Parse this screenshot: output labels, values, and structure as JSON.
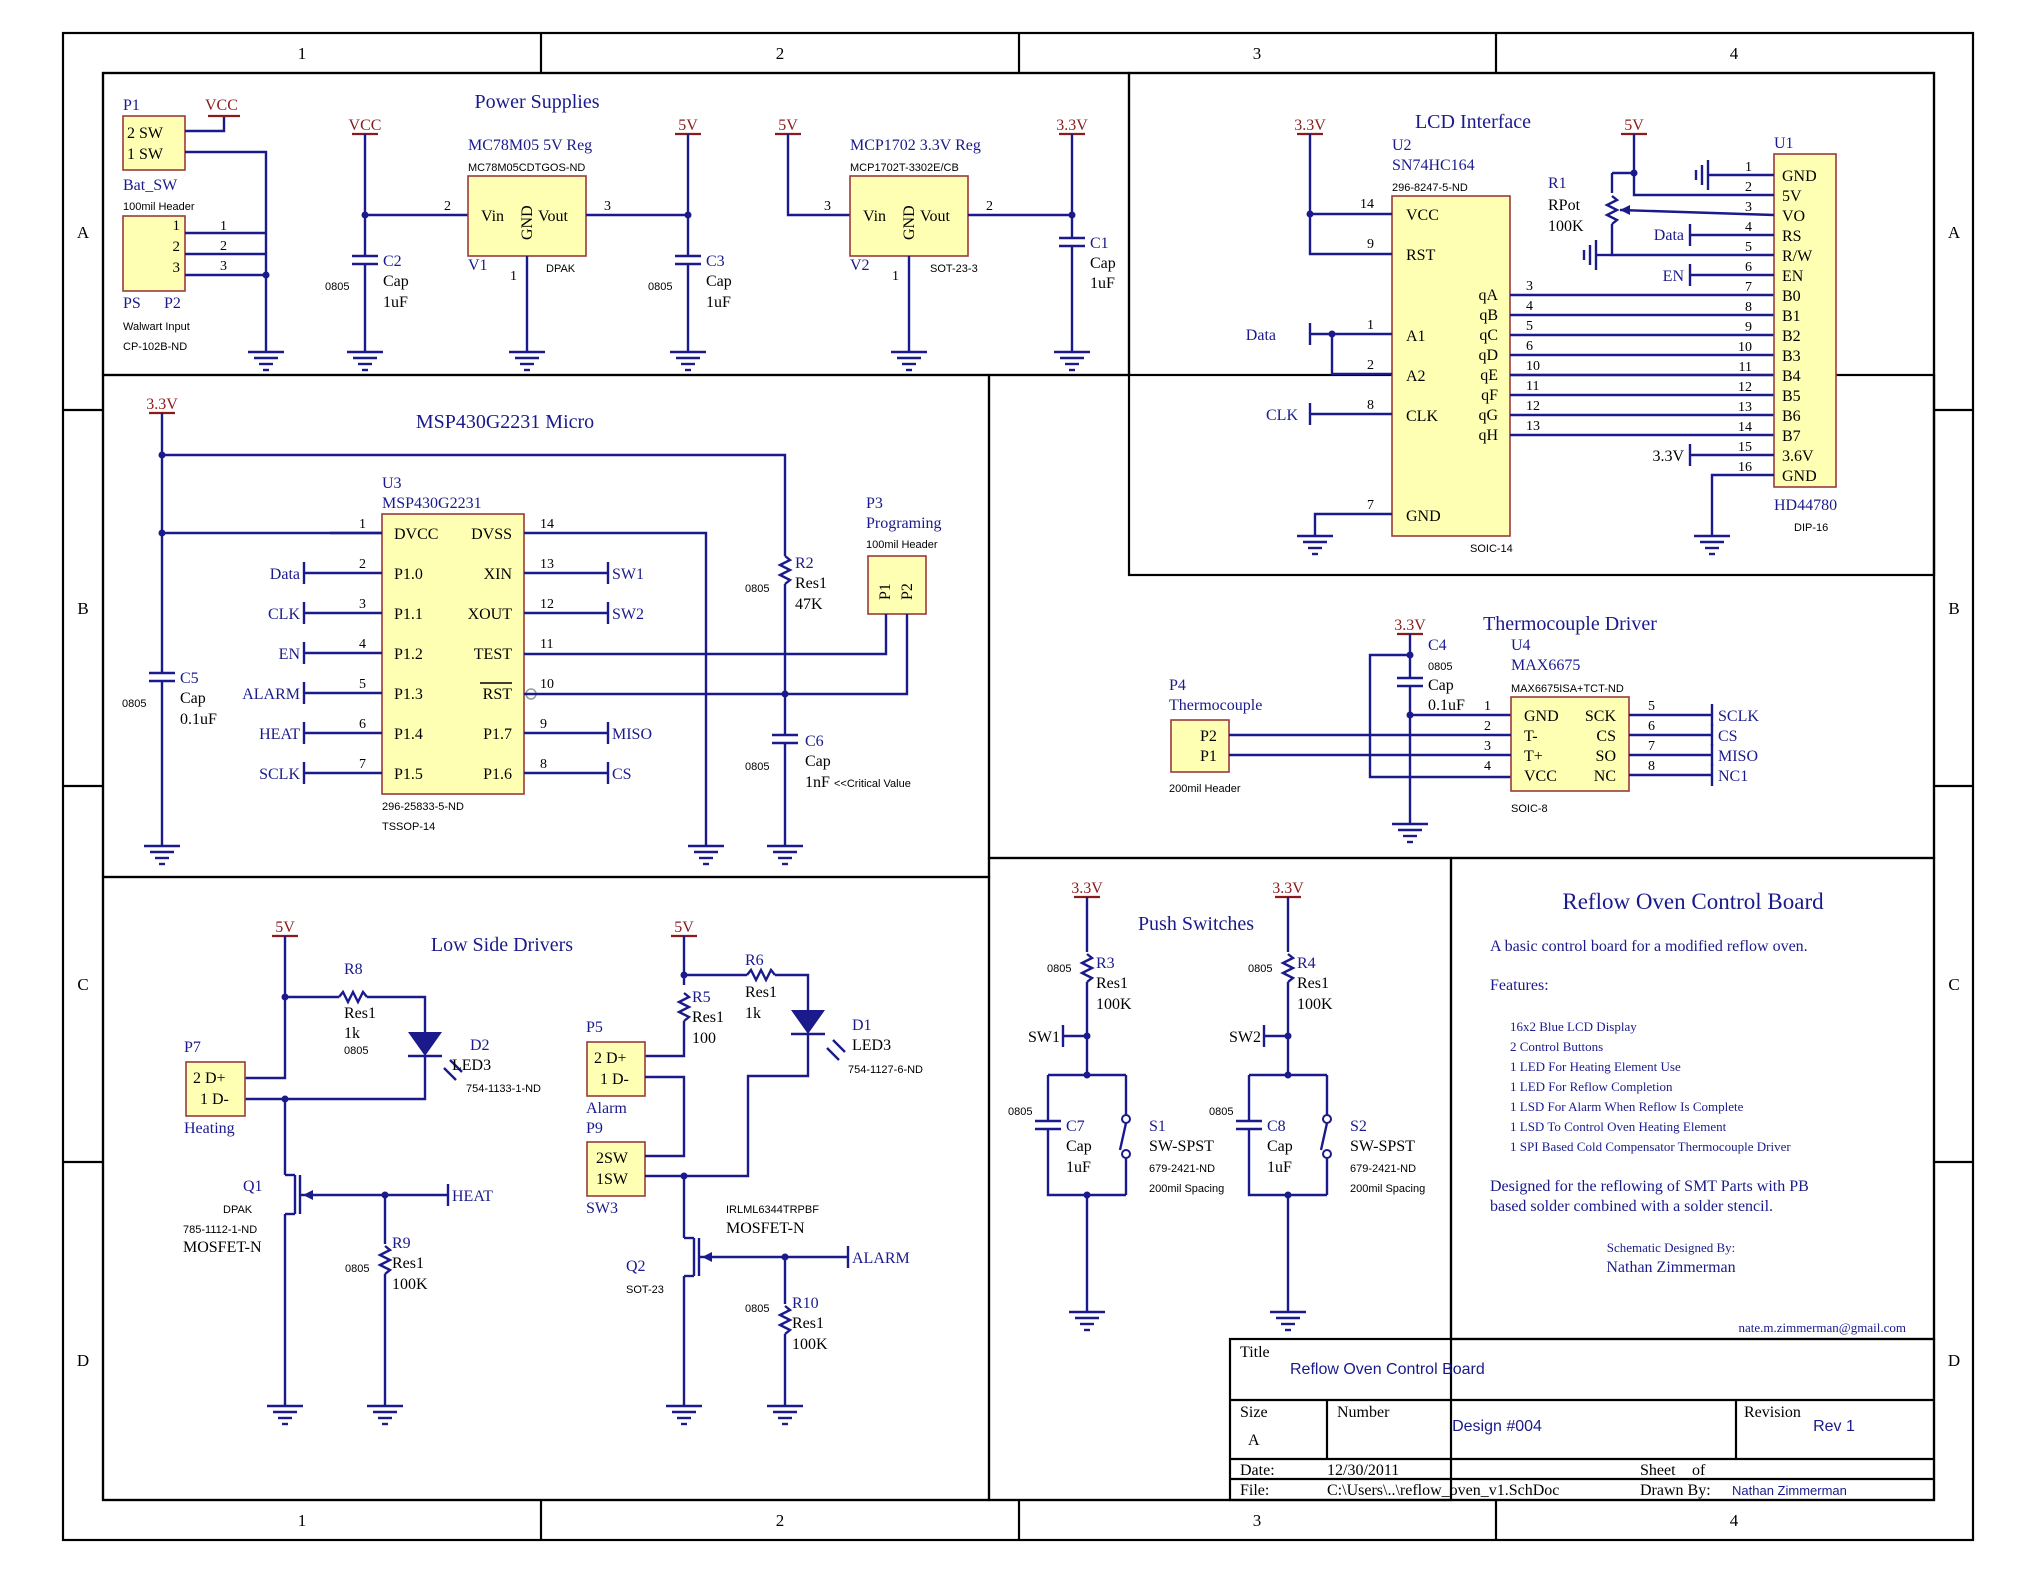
{
  "colors": {
    "wire": "#1a1a8c",
    "chip_fill": "#ffffb4",
    "chip_stroke": "#9a3a3a",
    "text": "#000000",
    "background": "#fefef6"
  },
  "border": {
    "columns": [
      "1",
      "2",
      "3",
      "4"
    ],
    "rows": [
      "A",
      "B",
      "C",
      "D"
    ]
  },
  "sections": {
    "power": "Power Supplies",
    "lcd": "LCD Interface",
    "micro": "MSP430G2231 Micro",
    "thermo": "Thermocouple Driver",
    "drivers": "Low Side Drivers",
    "switches": "Push Switches"
  },
  "power": {
    "p1": {
      "ref": "P1",
      "name": "Bat_SW",
      "part": "100mil Header",
      "pins": [
        "2 SW",
        "1 SW"
      ]
    },
    "p2": {
      "ref": "PS",
      "ref2": "P2",
      "name": "Walwart Input",
      "part": "CP-102B-ND",
      "pins": [
        "1",
        "2",
        "3"
      ]
    },
    "v1": {
      "ref": "V1",
      "name": "MC78M05 5V Reg",
      "part": "MC78M05CDTGOS-ND",
      "pkg": "DPAK",
      "pins": [
        "Vin",
        "GND",
        "Vout"
      ],
      "nums": [
        "2",
        "1",
        "3"
      ]
    },
    "v2": {
      "ref": "V2",
      "name": "MCP1702 3.3V Reg",
      "part": "MCP1702T-3302E/CB",
      "pkg": "SOT-23-3",
      "pins": [
        "Vin",
        "GND",
        "Vout"
      ],
      "nums": [
        "3",
        "1",
        "2"
      ]
    },
    "c2": {
      "ref": "C2",
      "type": "Cap",
      "value": "1uF",
      "pkg": "0805"
    },
    "c3": {
      "ref": "C3",
      "type": "Cap",
      "value": "1uF",
      "pkg": "0805"
    },
    "c1": {
      "ref": "C1",
      "type": "Cap",
      "value": "1uF"
    },
    "vcc": "VCC",
    "v5": "5V",
    "v33": "3.3V"
  },
  "lcd": {
    "u2": {
      "ref": "U2",
      "name": "SN74HC164",
      "part": "296-8247-5-ND",
      "pkg": "SOIC-14",
      "left_pins": [
        {
          "n": "14",
          "t": "VCC"
        },
        {
          "n": "9",
          "t": "RST"
        },
        {
          "n": "1",
          "t": "A1"
        },
        {
          "n": "2",
          "t": "A2"
        },
        {
          "n": "8",
          "t": "CLK"
        },
        {
          "n": "7",
          "t": "GND"
        }
      ],
      "right_pins": [
        {
          "t": "qA",
          "n": "3"
        },
        {
          "t": "qB",
          "n": "4"
        },
        {
          "t": "qC",
          "n": "5"
        },
        {
          "t": "qD",
          "n": "6"
        },
        {
          "t": "qE",
          "n": "10"
        },
        {
          "t": "qF",
          "n": "11"
        },
        {
          "t": "qG",
          "n": "12"
        },
        {
          "t": "qH",
          "n": "13"
        }
      ]
    },
    "u1": {
      "ref": "U1",
      "name": "HD44780",
      "pkg": "DIP-16",
      "pins": [
        {
          "n": "1",
          "t": "GND"
        },
        {
          "n": "2",
          "t": "5V"
        },
        {
          "n": "3",
          "t": "VO"
        },
        {
          "n": "4",
          "t": "RS"
        },
        {
          "n": "5",
          "t": "R/W"
        },
        {
          "n": "6",
          "t": "EN"
        },
        {
          "n": "7",
          "t": "B0"
        },
        {
          "n": "8",
          "t": "B1"
        },
        {
          "n": "9",
          "t": "B2"
        },
        {
          "n": "10",
          "t": "B3"
        },
        {
          "n": "11",
          "t": "B4"
        },
        {
          "n": "12",
          "t": "B5"
        },
        {
          "n": "13",
          "t": "B6"
        },
        {
          "n": "14",
          "t": "B7"
        },
        {
          "n": "15",
          "t": "3.6V"
        },
        {
          "n": "16",
          "t": "GND"
        }
      ]
    },
    "r1": {
      "ref": "R1",
      "type": "RPot",
      "value": "100K"
    },
    "nets": {
      "data": "Data",
      "clk": "CLK",
      "en": "EN",
      "v33": "3.3V",
      "v5": "5V"
    }
  },
  "micro": {
    "u3": {
      "ref": "U3",
      "name": "MSP430G2231",
      "part": "296-25833-5-ND",
      "pkg": "TSSOP-14",
      "left_pins": [
        {
          "n": "1",
          "t": "DVCC",
          "net": ""
        },
        {
          "n": "2",
          "t": "P1.0",
          "net": "Data"
        },
        {
          "n": "3",
          "t": "P1.1",
          "net": "CLK"
        },
        {
          "n": "4",
          "t": "P1.2",
          "net": "EN"
        },
        {
          "n": "5",
          "t": "P1.3",
          "net": "ALARM"
        },
        {
          "n": "6",
          "t": "P1.4",
          "net": "HEAT"
        },
        {
          "n": "7",
          "t": "P1.5",
          "net": "SCLK"
        }
      ],
      "right_pins": [
        {
          "n": "14",
          "t": "DVSS",
          "net": ""
        },
        {
          "n": "13",
          "t": "XIN",
          "net": "SW1"
        },
        {
          "n": "12",
          "t": "XOUT",
          "net": "SW2"
        },
        {
          "n": "11",
          "t": "TEST",
          "net": ""
        },
        {
          "n": "10",
          "t": "RST",
          "net": ""
        },
        {
          "n": "9",
          "t": "P1.7",
          "net": "MISO"
        },
        {
          "n": "8",
          "t": "P1.6",
          "net": "CS"
        }
      ]
    },
    "p3": {
      "ref": "P3",
      "name": "Programing",
      "part": "100mil Header",
      "pins": [
        "P1",
        "P2"
      ]
    },
    "r2": {
      "ref": "R2",
      "type": "Res1",
      "value": "47K",
      "pkg": "0805"
    },
    "c5": {
      "ref": "C5",
      "type": "Cap",
      "value": "0.1uF",
      "pkg": "0805"
    },
    "c6": {
      "ref": "C6",
      "type": "Cap",
      "value": "1nF",
      "pkg": "0805",
      "note": "<<Critical Value"
    },
    "v33": "3.3V"
  },
  "thermo": {
    "u4": {
      "ref": "U4",
      "name": "MAX6675",
      "part": "MAX6675ISA+TCT-ND",
      "pkg": "SOIC-8",
      "left_pins": [
        {
          "n": "1",
          "t": "GND"
        },
        {
          "n": "2",
          "t": "T-"
        },
        {
          "n": "3",
          "t": "T+"
        },
        {
          "n": "4",
          "t": "VCC"
        }
      ],
      "right_pins": [
        {
          "t": "SCK",
          "n": "5",
          "net": "SCLK"
        },
        {
          "t": "CS",
          "n": "6",
          "net": "CS"
        },
        {
          "t": "SO",
          "n": "7",
          "net": "MISO"
        },
        {
          "t": "NC",
          "n": "8",
          "net": "NC1"
        }
      ]
    },
    "p4": {
      "ref": "P4",
      "name": "Thermocouple",
      "part": "200mil Header",
      "pins": [
        "P2",
        "P1"
      ]
    },
    "c4": {
      "ref": "C4",
      "type": "Cap",
      "value": "0.1uF",
      "pkg": "0805"
    },
    "v33": "3.3V"
  },
  "drivers": {
    "p7": {
      "ref": "P7",
      "name": "Heating",
      "pins": [
        "2 D+",
        "1 D-"
      ]
    },
    "p5": {
      "ref": "P5",
      "name": "Alarm",
      "pins": [
        "2 D+",
        "1 D-"
      ]
    },
    "p9": {
      "ref": "P9",
      "name": "SW3",
      "pins": [
        "2SW",
        "1SW"
      ]
    },
    "r8": {
      "ref": "R8",
      "type": "Res1",
      "value": "1k",
      "pkg": "0805"
    },
    "r5": {
      "ref": "R5",
      "type": "Res1",
      "value": "100"
    },
    "r6": {
      "ref": "R6",
      "type": "Res1",
      "value": "1k"
    },
    "d2": {
      "ref": "D2",
      "type": "LED3",
      "part": "754-1133-1-ND"
    },
    "d1": {
      "ref": "D1",
      "type": "LED3",
      "part": "754-1127-6-ND"
    },
    "q1": {
      "ref": "Q1",
      "pkg": "DPAK",
      "part": "785-1112-1-ND",
      "type": "MOSFET-N"
    },
    "q2": {
      "ref": "Q2",
      "pkg": "SOT-23",
      "part": "IRLML6344TRPBF",
      "type": "MOSFET-N"
    },
    "r9": {
      "ref": "R9",
      "type": "Res1",
      "value": "100K",
      "pkg": "0805"
    },
    "r10": {
      "ref": "R10",
      "type": "Res1",
      "value": "100K",
      "pkg": "0805"
    },
    "nets": {
      "heat": "HEAT",
      "alarm": "ALARM",
      "v5": "5V"
    }
  },
  "switches": {
    "r3": {
      "ref": "R3",
      "type": "Res1",
      "value": "100K",
      "pkg": "0805"
    },
    "r4": {
      "ref": "R4",
      "type": "Res1",
      "value": "100K",
      "pkg": "0805"
    },
    "c7": {
      "ref": "C7",
      "type": "Cap",
      "value": "1uF",
      "pkg": "0805"
    },
    "c8": {
      "ref": "C8",
      "type": "Cap",
      "value": "1uF",
      "pkg": "0805"
    },
    "s1": {
      "ref": "S1",
      "type": "SW-SPST",
      "part": "679-2421-ND",
      "spacing": "200mil Spacing"
    },
    "s2": {
      "ref": "S2",
      "type": "SW-SPST",
      "part": "679-2421-ND",
      "spacing": "200mil Spacing"
    },
    "nets": {
      "sw1": "SW1",
      "sw2": "SW2",
      "v33": "3.3V"
    }
  },
  "notes": {
    "title": "Reflow Oven Control Board",
    "desc": "A basic control board for a modified reflow oven.",
    "features_label": "Features:",
    "features": [
      "16x2 Blue LCD Display",
      "2 Control Buttons",
      "1 LED For Heating Element Use",
      "1 LED For Reflow Completion",
      "1 LSD For Alarm When Reflow Is Complete",
      "1 LSD To Control Oven Heating Element",
      "1 SPI Based Cold Compensator Thermocouple Driver"
    ],
    "designed_1": "Designed for the reflowing of SMT Parts with PB",
    "designed_2": "based solder combined with a solder stencil.",
    "by_label": "Schematic Designed By:",
    "by_name": "Nathan Zimmerman",
    "email": "nate.m.zimmerman@gmail.com"
  },
  "titleblock": {
    "title_label": "Title",
    "title": "Reflow Oven Control Board",
    "size_label": "Size",
    "size": "A",
    "number_label": "Number",
    "number": "Design #004",
    "revision_label": "Revision",
    "revision": "Rev 1",
    "date_label": "Date:",
    "date": "12/30/2011",
    "sheet_label": "Sheet",
    "of_label": "of",
    "file_label": "File:",
    "file": "C:\\Users\\..\\reflow_oven_v1.SchDoc",
    "drawn_label": "Drawn By:",
    "drawn": "Nathan Zimmerman"
  }
}
